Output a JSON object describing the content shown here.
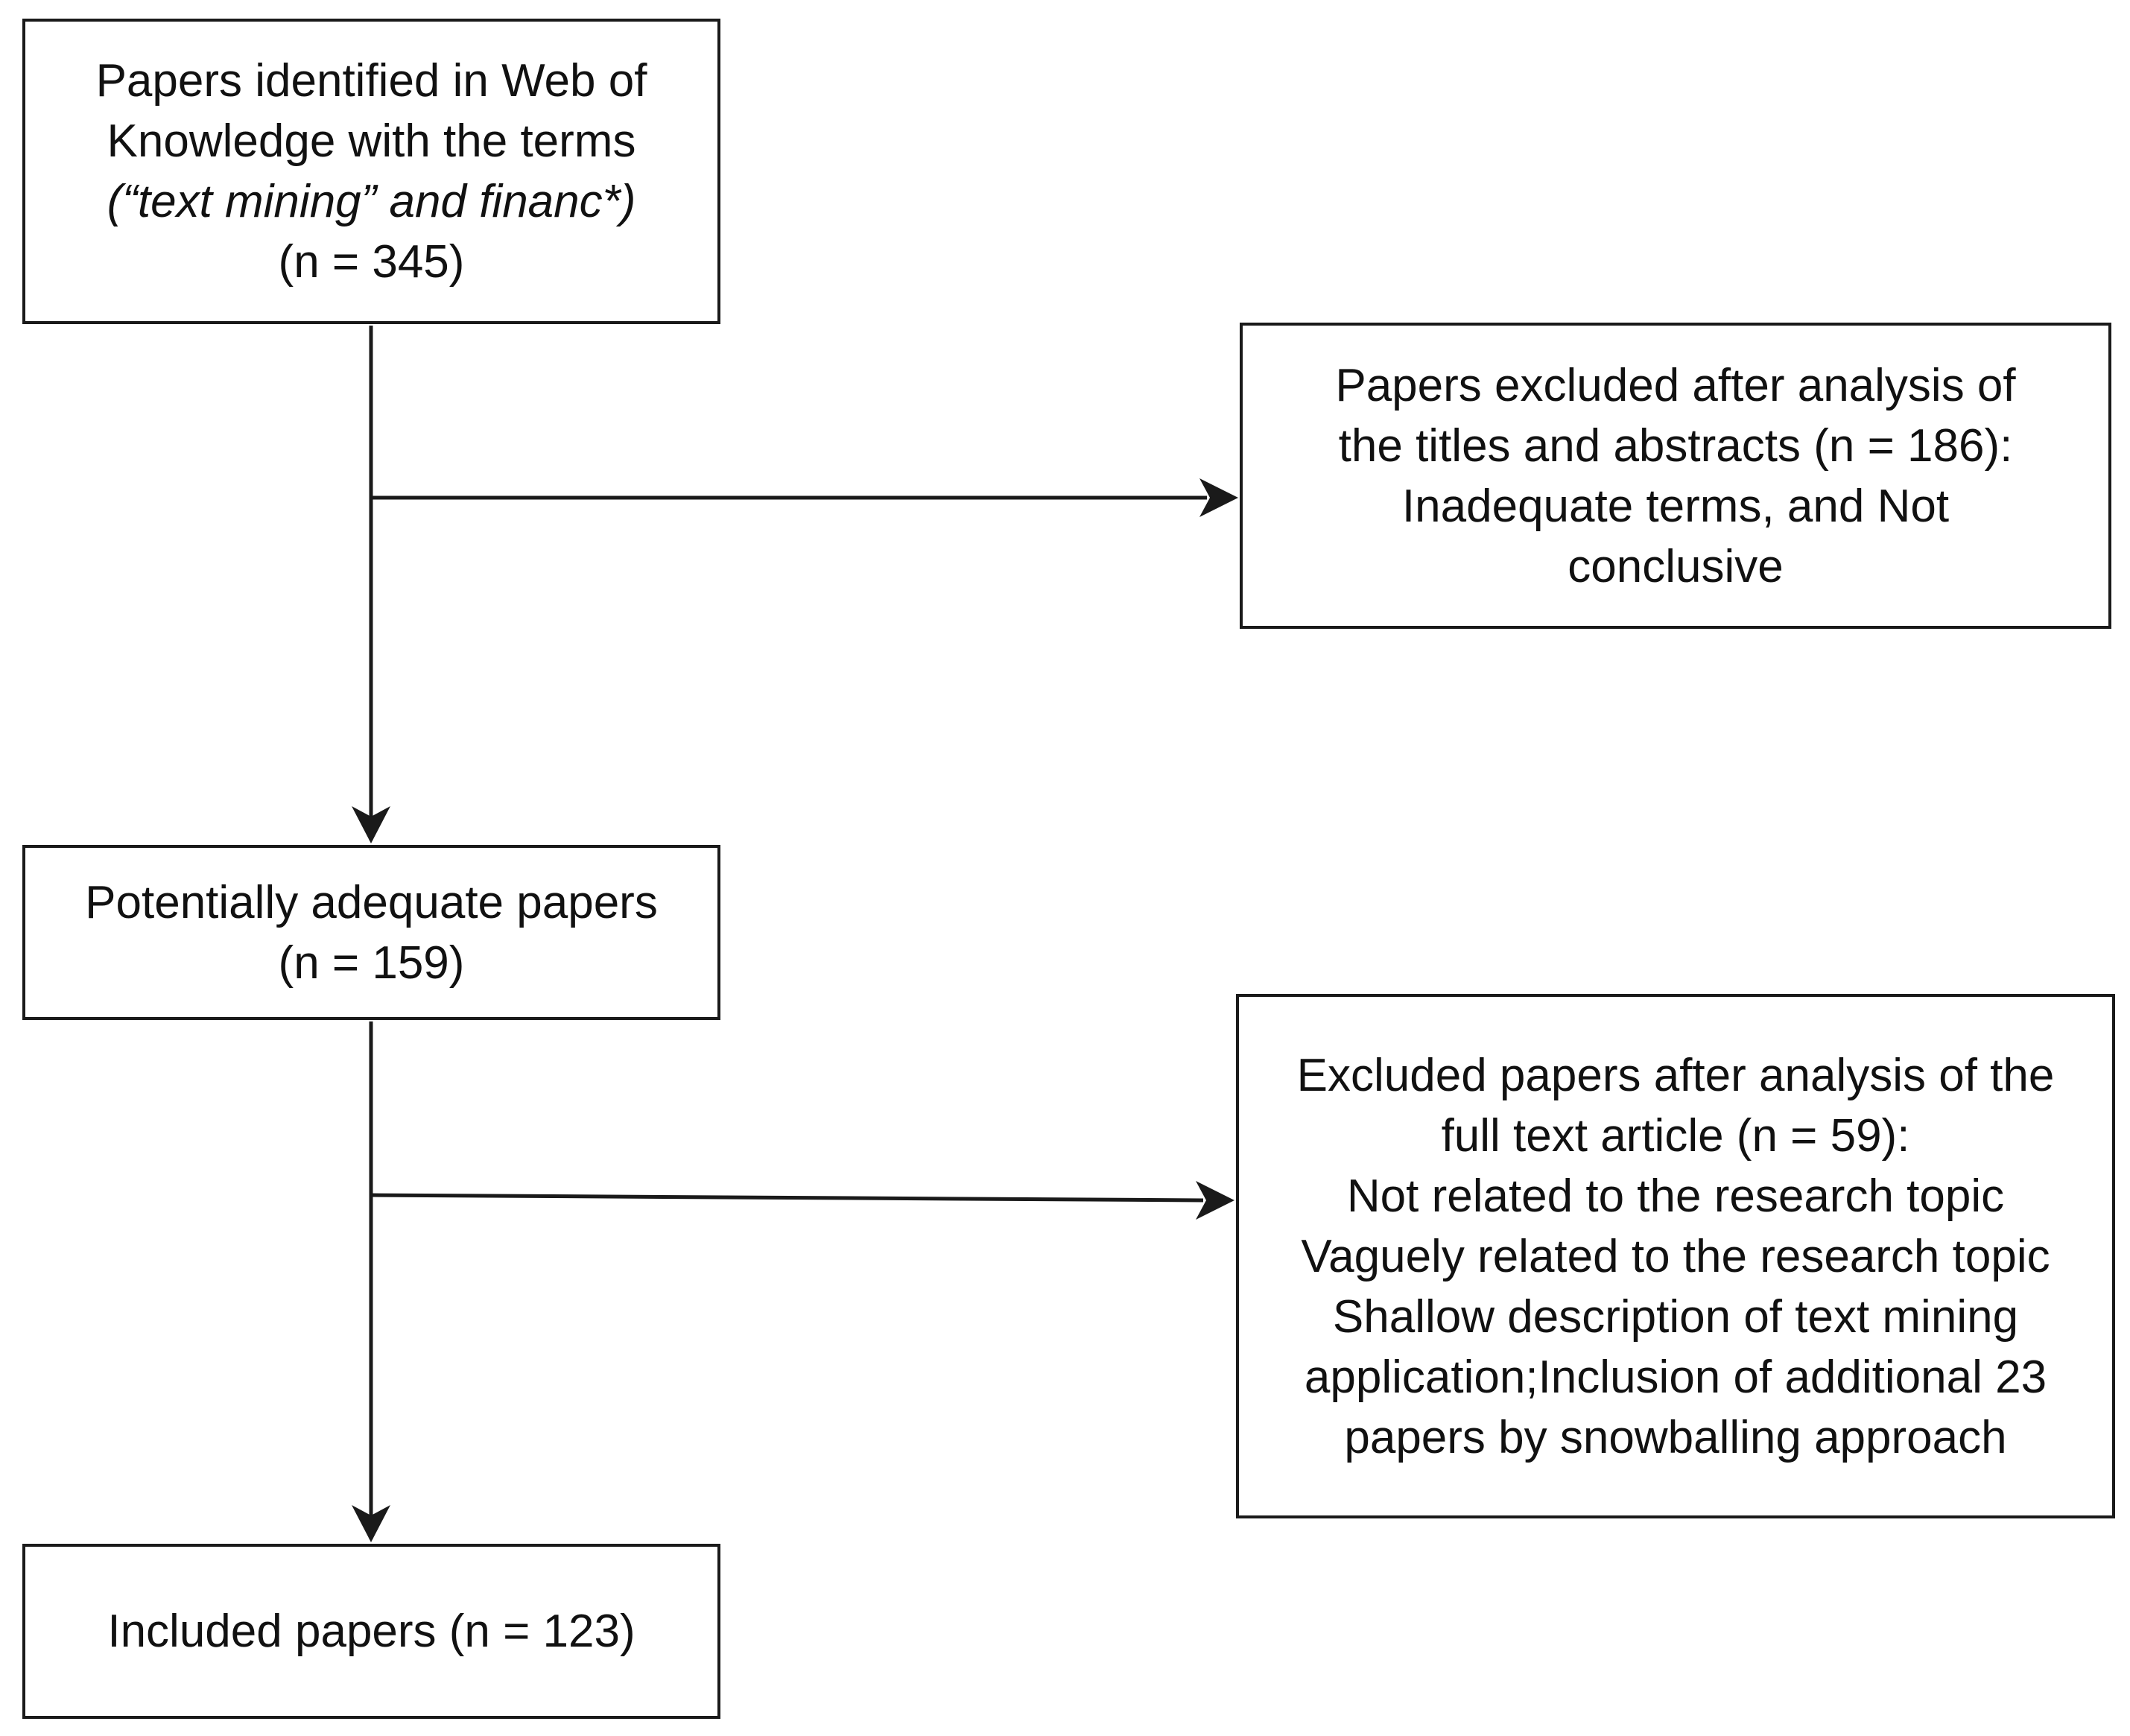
{
  "boxes": {
    "identified": {
      "line1": "Papers identified in Web of",
      "line2": "Knowledge with the terms",
      "line3": "(“text mining” and financ*)",
      "line4": "(n = 345)"
    },
    "excluded_screening": {
      "line1": "Papers excluded after analysis of",
      "line2": "the titles and abstracts (n = 186):",
      "line3": "Inadequate terms, and Not",
      "line4": "conclusive"
    },
    "potential": {
      "line1": "Potentially adequate papers",
      "line2": "(n = 159)"
    },
    "excluded_fulltext": {
      "line1": "Excluded papers after analysis of the",
      "line2": "full text article (n = 59):",
      "line3": "Not related to the research topic",
      "line4": "Vaguely related to the research topic",
      "line5": "Shallow description of text mining",
      "line6": "application;Inclusion of additional 23",
      "line7": "papers by snowballing approach"
    },
    "included": {
      "line1": "Included papers (n = 123)"
    }
  },
  "colors": {
    "stroke": "#1a1a1a",
    "text": "#111111",
    "background": "#ffffff"
  }
}
